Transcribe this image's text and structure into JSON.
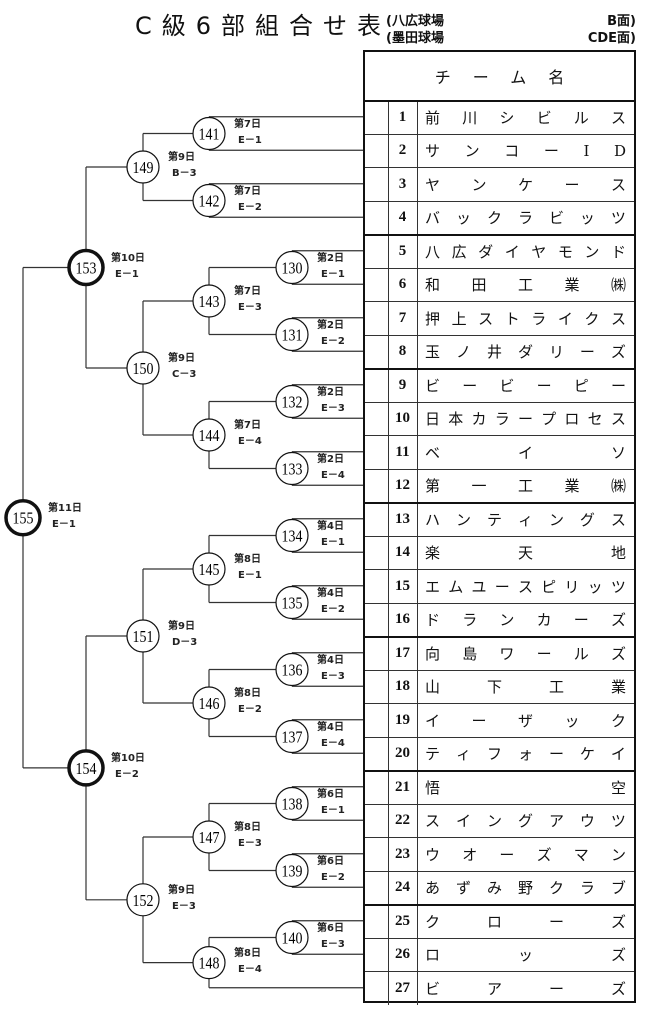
{
  "title": "C級6部組合せ表",
  "venues": [
    {
      "name": "(八広球場",
      "courts": "B面)"
    },
    {
      "name": "(墨田球場",
      "courts": "CDE面)"
    }
  ],
  "table_header": "チーム名",
  "teams": [
    {
      "no": "1",
      "name": [
        "前",
        "川",
        "シ",
        "ビ",
        "ル",
        "ス"
      ]
    },
    {
      "no": "2",
      "name": [
        "サ",
        "ン",
        "コ",
        "ー",
        "I",
        "D"
      ]
    },
    {
      "no": "3",
      "name": [
        "ヤ",
        "ン",
        "ケ",
        "ー",
        "ス"
      ]
    },
    {
      "no": "4",
      "name": [
        "バ",
        "ッ",
        "ク",
        "ラ",
        "ビ",
        "ッ",
        "ツ"
      ]
    },
    {
      "no": "5",
      "name": [
        "八",
        "広",
        "ダ",
        "イ",
        "ヤ",
        "モ",
        "ン",
        "ド"
      ]
    },
    {
      "no": "6",
      "name": [
        "和",
        "田",
        "工",
        "業",
        "㈱"
      ]
    },
    {
      "no": "7",
      "name": [
        "押",
        "上",
        "ス",
        "ト",
        "ラ",
        "イ",
        "ク",
        "ス"
      ]
    },
    {
      "no": "8",
      "name": [
        "玉",
        "ノ",
        "井",
        "ダ",
        "リ",
        "ー",
        "ズ"
      ]
    },
    {
      "no": "9",
      "name": [
        "ビ",
        "ー",
        "ビ",
        "ー",
        "ピ",
        "ー"
      ]
    },
    {
      "no": "10",
      "name": [
        "日",
        "本",
        "カ",
        "ラ",
        "ー",
        "プ",
        "ロ",
        "セ",
        "ス"
      ]
    },
    {
      "no": "11",
      "name": [
        "ベ",
        "イ",
        "ソ"
      ]
    },
    {
      "no": "12",
      "name": [
        "第",
        "一",
        "工",
        "業",
        "㈱"
      ]
    },
    {
      "no": "13",
      "name": [
        "ハ",
        "ン",
        "テ",
        "ィ",
        "ン",
        "グ",
        "ス"
      ]
    },
    {
      "no": "14",
      "name": [
        "楽",
        "天",
        "地"
      ]
    },
    {
      "no": "15",
      "name": [
        "エ",
        "ム",
        "ユ",
        "ー",
        "ス",
        "ピ",
        "リ",
        "ッ",
        "ツ"
      ]
    },
    {
      "no": "16",
      "name": [
        "ド",
        "ラ",
        "ン",
        "カ",
        "ー",
        "ズ"
      ]
    },
    {
      "no": "17",
      "name": [
        "向",
        "島",
        "ワ",
        "ー",
        "ル",
        "ズ"
      ]
    },
    {
      "no": "18",
      "name": [
        "山",
        "下",
        "工",
        "業"
      ]
    },
    {
      "no": "19",
      "name": [
        "イ",
        "ー",
        "ザ",
        "ッ",
        "ク"
      ]
    },
    {
      "no": "20",
      "name": [
        "テ",
        "ィ",
        "フ",
        "ォ",
        "ー",
        "ケ",
        "イ"
      ]
    },
    {
      "no": "21",
      "name": [
        "悟",
        "空"
      ]
    },
    {
      "no": "22",
      "name": [
        "ス",
        "イ",
        "ン",
        "グ",
        "ア",
        "ウ",
        "ツ"
      ]
    },
    {
      "no": "23",
      "name": [
        "ウ",
        "オ",
        "ー",
        "ズ",
        "マ",
        "ン"
      ]
    },
    {
      "no": "24",
      "name": [
        "あ",
        "ず",
        "み",
        "野",
        "ク",
        "ラ",
        "ブ"
      ]
    },
    {
      "no": "25",
      "name": [
        "ク",
        "ロ",
        "ー",
        "ズ"
      ]
    },
    {
      "no": "26",
      "name": [
        "ロ",
        "ッ",
        "ズ"
      ]
    },
    {
      "no": "27",
      "name": [
        "ビ",
        "ア",
        "ー",
        "ズ"
      ]
    }
  ],
  "group_starts": [
    1,
    5,
    9,
    13,
    17,
    21,
    25
  ],
  "matches": [
    {
      "id": "130",
      "day": "第2日",
      "court": "E－1",
      "round": 1,
      "inputs": [
        5,
        6
      ]
    },
    {
      "id": "131",
      "day": "第2日",
      "court": "E－2",
      "round": 1,
      "inputs": [
        7,
        8
      ]
    },
    {
      "id": "132",
      "day": "第2日",
      "court": "E－3",
      "round": 1,
      "inputs": [
        9,
        10
      ]
    },
    {
      "id": "133",
      "day": "第2日",
      "court": "E－4",
      "round": 1,
      "inputs": [
        11,
        12
      ]
    },
    {
      "id": "134",
      "day": "第4日",
      "court": "E－1",
      "round": 1,
      "inputs": [
        13,
        14
      ]
    },
    {
      "id": "135",
      "day": "第4日",
      "court": "E－2",
      "round": 1,
      "inputs": [
        15,
        16
      ]
    },
    {
      "id": "136",
      "day": "第4日",
      "court": "E－3",
      "round": 1,
      "inputs": [
        17,
        18
      ]
    },
    {
      "id": "137",
      "day": "第4日",
      "court": "E－4",
      "round": 1,
      "inputs": [
        19,
        20
      ]
    },
    {
      "id": "138",
      "day": "第6日",
      "court": "E－1",
      "round": 1,
      "inputs": [
        21,
        22
      ]
    },
    {
      "id": "139",
      "day": "第6日",
      "court": "E－2",
      "round": 1,
      "inputs": [
        23,
        24
      ]
    },
    {
      "id": "140",
      "day": "第6日",
      "court": "E－3",
      "round": 1,
      "inputs": [
        25,
        26
      ]
    },
    {
      "id": "141",
      "day": "第7日",
      "court": "E－1",
      "round": 2,
      "inputs": [
        1,
        2
      ]
    },
    {
      "id": "142",
      "day": "第7日",
      "court": "E－2",
      "round": 2,
      "inputs": [
        3,
        4
      ]
    },
    {
      "id": "143",
      "day": "第7日",
      "court": "E－3",
      "round": 2,
      "inputs": [
        "130",
        "131"
      ]
    },
    {
      "id": "144",
      "day": "第7日",
      "court": "E－4",
      "round": 2,
      "inputs": [
        "132",
        "133"
      ]
    },
    {
      "id": "145",
      "day": "第8日",
      "court": "E－1",
      "round": 2,
      "inputs": [
        "134",
        "135"
      ]
    },
    {
      "id": "146",
      "day": "第8日",
      "court": "E－2",
      "round": 2,
      "inputs": [
        "136",
        "137"
      ]
    },
    {
      "id": "147",
      "day": "第8日",
      "court": "E－3",
      "round": 2,
      "inputs": [
        "138",
        "139"
      ]
    },
    {
      "id": "148",
      "day": "第8日",
      "court": "E－4",
      "round": 2,
      "inputs": [
        "140",
        27
      ]
    },
    {
      "id": "149",
      "day": "第9日",
      "court": "B－3",
      "round": 3,
      "inputs": [
        "141",
        "142"
      ]
    },
    {
      "id": "150",
      "day": "第9日",
      "court": "C－3",
      "round": 3,
      "inputs": [
        "143",
        "144"
      ]
    },
    {
      "id": "151",
      "day": "第9日",
      "court": "D－3",
      "round": 3,
      "inputs": [
        "145",
        "146"
      ]
    },
    {
      "id": "152",
      "day": "第9日",
      "court": "E－3",
      "round": 3,
      "inputs": [
        "147",
        "148"
      ]
    },
    {
      "id": "153",
      "day": "第10日",
      "court": "E－1",
      "round": 4,
      "inputs": [
        "149",
        "150"
      ],
      "bold": true
    },
    {
      "id": "154",
      "day": "第10日",
      "court": "E－2",
      "round": 4,
      "inputs": [
        "151",
        "152"
      ],
      "bold": true
    },
    {
      "id": "155",
      "day": "第11日",
      "court": "E－1",
      "round": 5,
      "inputs": [
        "153",
        "154"
      ],
      "bold": true
    }
  ]
}
